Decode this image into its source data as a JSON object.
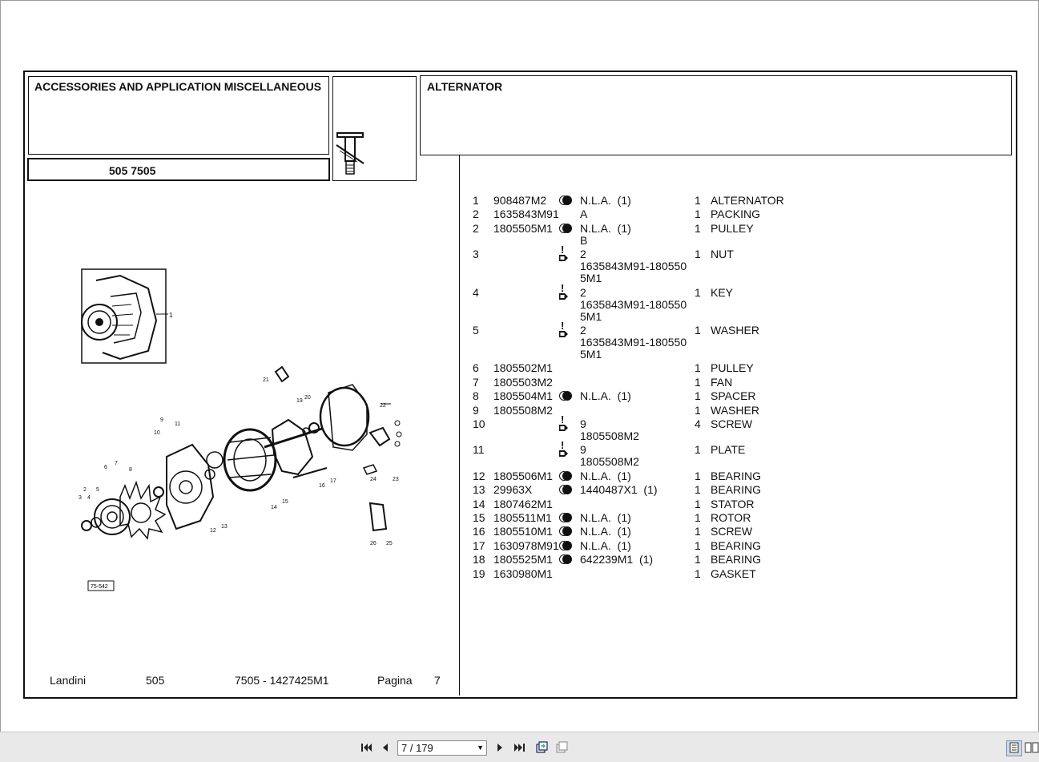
{
  "header": {
    "section_title": "ACCESSORIES AND APPLICATION MISCELLANEOUS",
    "model": "505 7505",
    "group_title": "ALTERNATOR"
  },
  "diagram": {
    "ref_code": "75-542",
    "callouts": [
      "1",
      "2",
      "3",
      "4",
      "5",
      "6",
      "7",
      "8",
      "9",
      "10",
      "11",
      "12",
      "13",
      "14",
      "15",
      "16",
      "17",
      "19",
      "20",
      "21",
      "22",
      "23",
      "24",
      "25",
      "26"
    ]
  },
  "parts": [
    {
      "num": "1",
      "part": "908487M2",
      "sym": "dot",
      "note": "N.L.A.  (1)",
      "qty": "1",
      "desc": "ALTERNATOR"
    },
    {
      "num": "2",
      "part": "1635843M91",
      "sym": "",
      "note": "A",
      "qty": "1",
      "desc": "PACKING"
    },
    {
      "num": "2",
      "part": "1805505M1",
      "sym": "dot",
      "note": "N.L.A.  (1)\nB",
      "qty": "1",
      "desc": "PULLEY"
    },
    {
      "num": "3",
      "part": "",
      "sym": "excl",
      "note": "2\n1635843M91-180550\n5M1",
      "qty": "1",
      "desc": "NUT"
    },
    {
      "num": "4",
      "part": "",
      "sym": "excl",
      "note": "2\n1635843M91-180550\n5M1",
      "qty": "1",
      "desc": "KEY"
    },
    {
      "num": "5",
      "part": "",
      "sym": "excl",
      "note": "2\n1635843M91-180550\n5M1",
      "qty": "1",
      "desc": "WASHER"
    },
    {
      "num": "6",
      "part": "1805502M1",
      "sym": "",
      "note": "",
      "qty": "1",
      "desc": "PULLEY"
    },
    {
      "num": "7",
      "part": "1805503M2",
      "sym": "",
      "note": "",
      "qty": "1",
      "desc": "FAN"
    },
    {
      "num": "8",
      "part": "1805504M1",
      "sym": "dot",
      "note": "N.L.A.  (1)",
      "qty": "1",
      "desc": "SPACER"
    },
    {
      "num": "9",
      "part": "1805508M2",
      "sym": "",
      "note": "",
      "qty": "1",
      "desc": "WASHER"
    },
    {
      "num": "10",
      "part": "",
      "sym": "excl",
      "note": "9\n1805508M2",
      "qty": "4",
      "desc": "SCREW"
    },
    {
      "num": "11",
      "part": "",
      "sym": "excl",
      "note": "9\n1805508M2",
      "qty": "1",
      "desc": "PLATE"
    },
    {
      "num": "12",
      "part": "1805506M1",
      "sym": "dot",
      "note": "N.L.A.  (1)",
      "qty": "1",
      "desc": "BEARING"
    },
    {
      "num": "13",
      "part": "29963X",
      "sym": "dot",
      "note": "1440487X1  (1)",
      "qty": "1",
      "desc": "BEARING"
    },
    {
      "num": "14",
      "part": "1807462M1",
      "sym": "",
      "note": "",
      "qty": "1",
      "desc": "STATOR"
    },
    {
      "num": "15",
      "part": "1805511M1",
      "sym": "dot",
      "note": "N.L.A.  (1)",
      "qty": "1",
      "desc": "ROTOR"
    },
    {
      "num": "16",
      "part": "1805510M1",
      "sym": "dot",
      "note": "N.L.A.  (1)",
      "qty": "1",
      "desc": "SCREW"
    },
    {
      "num": "17",
      "part": "1630978M91",
      "sym": "dot",
      "note": "N.L.A.  (1)",
      "qty": "1",
      "desc": "BEARING"
    },
    {
      "num": "18",
      "part": "1805525M1",
      "sym": "dot",
      "note": "642239M1  (1)",
      "qty": "1",
      "desc": "BEARING"
    },
    {
      "num": "19",
      "part": "1630980M1",
      "sym": "",
      "note": "",
      "qty": "1",
      "desc": "GASKET"
    }
  ],
  "footer": {
    "brand": "Landini",
    "model": "505",
    "code": "7505 - 1427425M1",
    "page_label": "Pagina",
    "page_number": "7"
  },
  "toolbar": {
    "page_value": "7 / 179",
    "icons": [
      "first-page-icon",
      "prev-page-icon",
      "next-page-icon",
      "last-page-icon",
      "fit-page-icon",
      "rotate-icon",
      "single-page-icon",
      "two-page-icon"
    ]
  }
}
